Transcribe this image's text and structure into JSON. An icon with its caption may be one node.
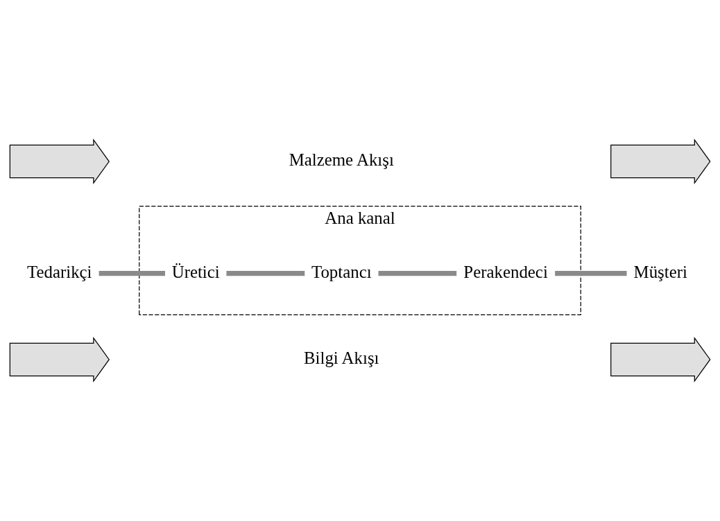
{
  "diagram": {
    "nodes": [
      {
        "text": [],
        "shape": "arrow"
      },
      {
        "text": [],
        "shape": "arrow"
      },
      {
        "text": [
          "Ana kanal"
        ]
      },
      {
        "text": [
          "Tedarikçi"
        ]
      },
      {
        "text": [
          "Üretici"
        ],
        "in": 2
      },
      {
        "text": [
          "Toptancı"
        ],
        "in": 2
      },
      {
        "text": [
          "Perakendeci"
        ],
        "in": 2
      },
      {
        "text": [
          "Müşteri"
        ]
      },
      {
        "text": [],
        "shape": "arrow"
      },
      {
        "text": [],
        "shape": "arrow"
      }
    ],
    "edges": [
      {
        "from": 3,
        "to": 4,
        "arrow": "none"
      },
      {
        "from": 4,
        "to": 5,
        "arrow": "none"
      },
      {
        "from": 5,
        "to": 6,
        "arrow": "none"
      },
      {
        "from": 6,
        "to": 7,
        "arrow": "none"
      }
    ],
    "labels": [
      "Malzeme Akışı",
      "Bilgi Akışı"
    ]
  }
}
